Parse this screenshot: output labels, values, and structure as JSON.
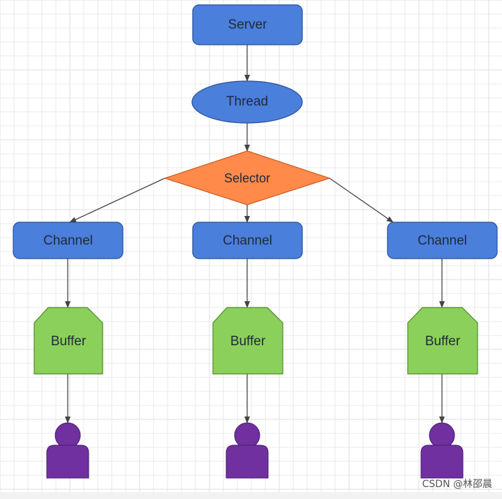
{
  "nodes": {
    "server": {
      "label": "Server"
    },
    "thread": {
      "label": "Thread"
    },
    "selector": {
      "label": "Selector"
    },
    "channels": [
      {
        "label": "Channel"
      },
      {
        "label": "Channel"
      },
      {
        "label": "Channel"
      }
    ],
    "buffers": [
      {
        "label": "Buffer"
      },
      {
        "label": "Buffer"
      },
      {
        "label": "Buffer"
      }
    ],
    "clients": [
      {
        "icon": "user-icon"
      },
      {
        "icon": "user-icon"
      },
      {
        "icon": "user-icon"
      }
    ]
  },
  "watermark": {
    "text": "CSDN @林邵晨"
  },
  "colors": {
    "rect_fill": "#4a7fdb",
    "rect_stroke": "#2a4f99",
    "selector_fill": "#ff8a4a",
    "selector_stroke": "#c85a20",
    "buffer_fill": "#8bd05a",
    "buffer_stroke": "#4f8a2a",
    "client_fill": "#7030a0",
    "client_stroke": "#4a1d70",
    "edge": "#444444",
    "grid": "#e4e4e4"
  }
}
